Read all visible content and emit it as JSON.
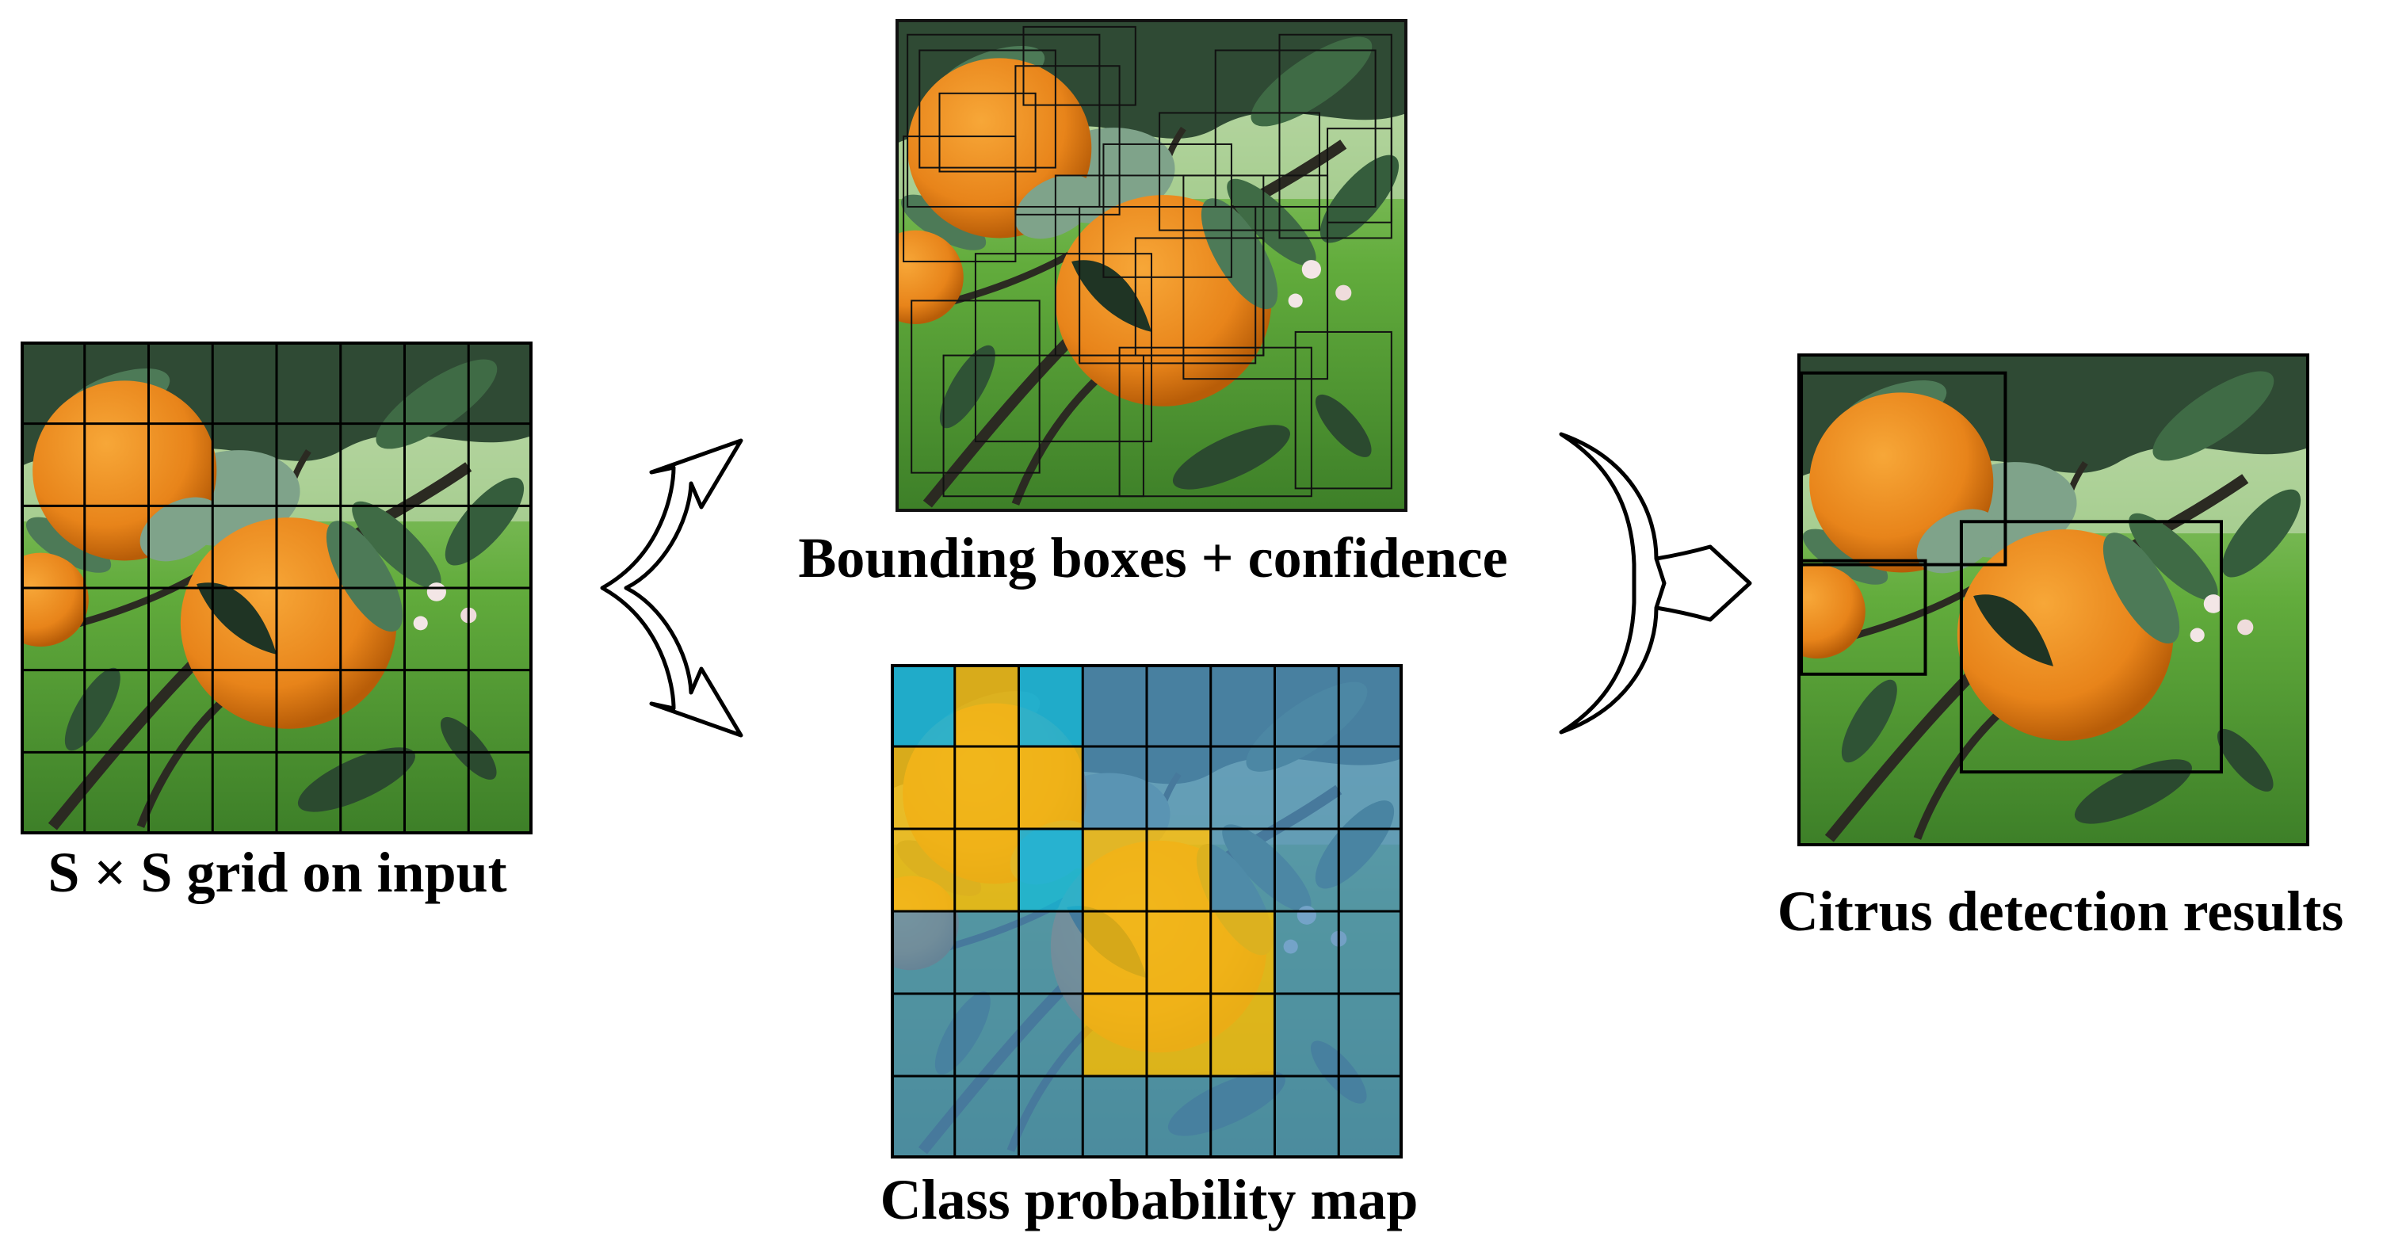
{
  "captions": {
    "input": "S × S grid on input",
    "boxes": "Bounding boxes + confidence",
    "probability": "Class probability map",
    "results": "Citrus detection results"
  },
  "class_map": {
    "rows": 6,
    "cols": 8,
    "cells": [
      [
        "cyan",
        "yellow",
        "cyan",
        "blue",
        "blue",
        "blue",
        "blue",
        "blue"
      ],
      [
        "yellow",
        "yellow",
        "yellow",
        "blue",
        "blue",
        "blue",
        "blue",
        "blue"
      ],
      [
        "yellow",
        "yellow",
        "cyan",
        "yellow",
        "yellow",
        "blue",
        "blue",
        "blue"
      ],
      [
        "blue",
        "blue",
        "blue",
        "yellow",
        "yellow",
        "yellow",
        "blue",
        "blue"
      ],
      [
        "blue",
        "blue",
        "blue",
        "yellow",
        "yellow",
        "yellow",
        "blue",
        "blue"
      ],
      [
        "blue",
        "blue",
        "blue",
        "blue",
        "blue",
        "blue",
        "blue",
        "blue"
      ]
    ]
  },
  "colors": {
    "orange": "#e8901e",
    "orange_dark": "#c96a0a",
    "leaf": "#3f6b45",
    "leaf_light": "#7fa38a",
    "grass": "#5fa83a",
    "grass_light": "#8cc860",
    "sky": "#d9e6d0",
    "map_blue": "#4f8fbf",
    "map_cyan": "#1fb3d6",
    "map_yellow": "#f0b818",
    "grid": "#000000"
  }
}
